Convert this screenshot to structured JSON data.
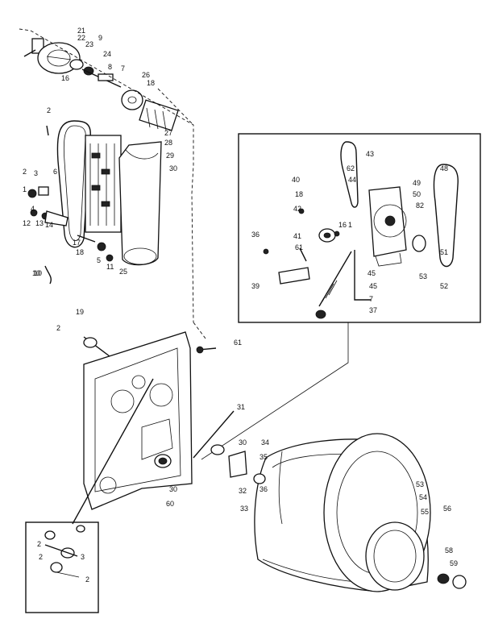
{
  "diagram": {
    "part_numbers": {
      "top_assembly": [
        "21",
        "22",
        "23",
        "9",
        "24",
        "8",
        "7",
        "16",
        "26",
        "18",
        "27"
      ],
      "cabinet_left": [
        "2",
        "28",
        "29",
        "30",
        "2",
        "3",
        "6",
        "1",
        "4",
        "12",
        "13",
        "14",
        "17",
        "10",
        "18",
        "5",
        "11",
        "25",
        "10"
      ],
      "rear_panel": [
        "19",
        "2",
        "61",
        "30",
        "60"
      ],
      "motor_inset": [
        "43",
        "62",
        "44",
        "40",
        "18",
        "42",
        "36",
        "41",
        "61",
        "39",
        "16",
        "1",
        "45",
        "7",
        "37",
        "48",
        "49",
        "50",
        "82",
        "51",
        "53",
        "52",
        "45"
      ],
      "drum": [
        "31",
        "30",
        "34",
        "35",
        "36",
        "32",
        "33",
        "53",
        "54",
        "55",
        "56",
        "58",
        "59"
      ],
      "bottom_inset": [
        "2",
        "2",
        "3",
        "2"
      ]
    }
  }
}
